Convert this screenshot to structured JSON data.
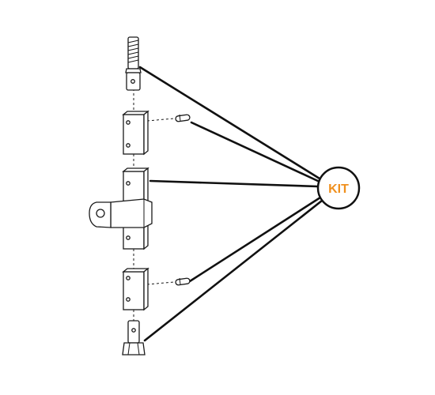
{
  "badge": {
    "label": "KIT",
    "label_color": "#F0901E",
    "border_color": "#111111"
  },
  "colors": {
    "line": "#1a1a1a",
    "background": "#ffffff"
  },
  "parts": [
    {
      "name": "threaded-top-pin"
    },
    {
      "name": "small-pin-upper"
    },
    {
      "name": "upper-square-tube"
    },
    {
      "name": "middle-square-tube-with-bracket"
    },
    {
      "name": "small-pin-lower"
    },
    {
      "name": "lower-square-tube"
    },
    {
      "name": "bottom-flanged-pin"
    }
  ]
}
